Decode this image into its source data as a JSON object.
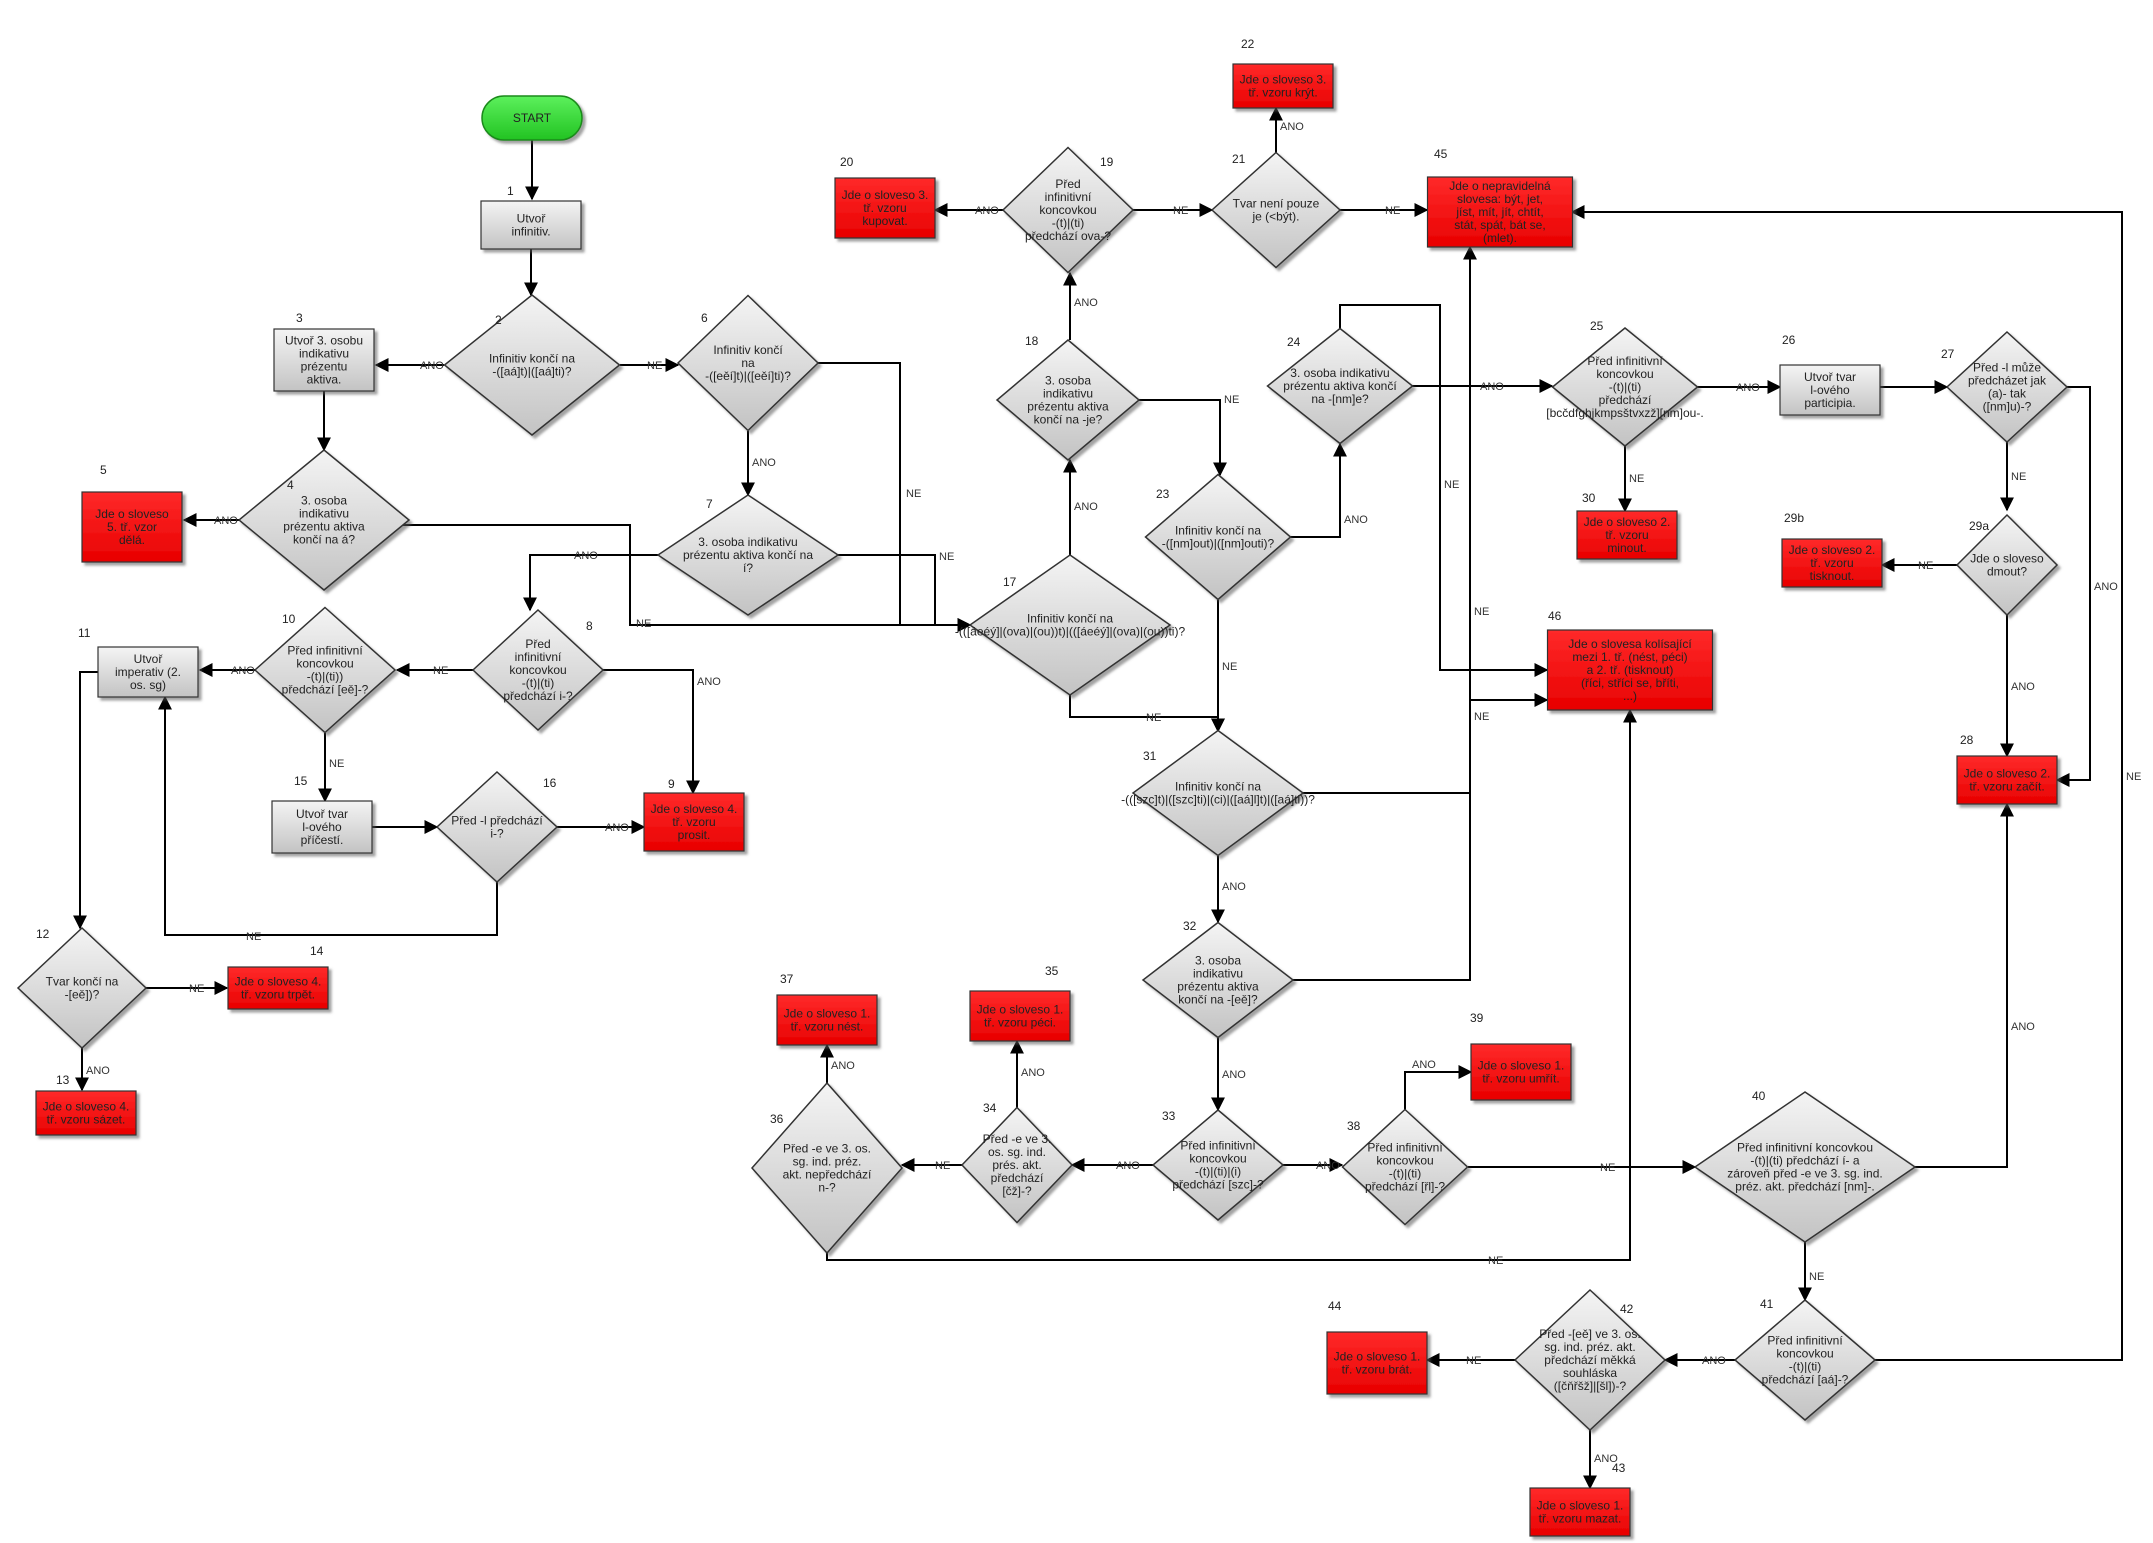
{
  "edge_labels": {
    "yes": "ANO",
    "no": "NE"
  },
  "nodes": [
    {
      "id": "start",
      "label": "START"
    },
    {
      "id": "1",
      "label": "Utvoř infinitiv."
    },
    {
      "id": "2",
      "label": "Infinitiv končí na -([aá]t)|([aá]ti)?"
    },
    {
      "id": "3",
      "label": "Utvoř 3. osobu indikativu prézentu aktiva."
    },
    {
      "id": "4",
      "label": "3. osoba indikativu prézentu aktiva končí na á?"
    },
    {
      "id": "5",
      "label": "Jde o sloveso 5. tř. vzor dělá."
    },
    {
      "id": "6",
      "label": "Infinitiv končí na -([eěí]t)|([eěí]ti)?"
    },
    {
      "id": "7",
      "label": "3. osoba indikativu prézentu aktiva končí na í?"
    },
    {
      "id": "8",
      "label": "Před infinitivní koncovkou -(t)|(ti) předchází i-?"
    },
    {
      "id": "9",
      "label": "Jde o sloveso 4. tř. vzoru prosit."
    },
    {
      "id": "10",
      "label": "Před infinitivní koncovkou -(t)|(ti)) předchází [eě]-?"
    },
    {
      "id": "11",
      "label": "Utvoř imperativ (2. os. sg)"
    },
    {
      "id": "12",
      "label": "Tvar končí na -[eě])?"
    },
    {
      "id": "13",
      "label": "Jde o sloveso 4. tř. vzoru sázet."
    },
    {
      "id": "14",
      "label": "Jde o sloveso 4. tř. vzoru trpět."
    },
    {
      "id": "15",
      "label": "Utvoř tvar l-ového příčestí."
    },
    {
      "id": "16",
      "label": "Před -l předchází i-?"
    },
    {
      "id": "17",
      "label": "Infinitiv končí na -(([áeéý]|(ova)|(ou))t)|(([áeéý]|(ova)|(ou))ti)?"
    },
    {
      "id": "18",
      "label": "3. osoba indikativu prézentu aktiva končí na -je?"
    },
    {
      "id": "19",
      "label": "Před infinitivní koncovkou -(t)|(ti) předchází ova-?"
    },
    {
      "id": "20",
      "label": "Jde o sloveso 3. tř. vzoru kupovat."
    },
    {
      "id": "21",
      "label": "Tvar není pouze je (<být)."
    },
    {
      "id": "22",
      "label": "Jde o sloveso 3. tř. vzoru krýt."
    },
    {
      "id": "23",
      "label": "Infinitiv končí na -([nm]out)|([nm]outi)?"
    },
    {
      "id": "24",
      "label": "3. osoba indikativu prézentu aktiva končí na -[nm]e?"
    },
    {
      "id": "25",
      "label": "Před infinitivní koncovkou -(t)|(ti) předchází [bcčdfghjkmpsštvxzž][nm]ou-."
    },
    {
      "id": "26",
      "label": "Utvoř tvar l-ového participia."
    },
    {
      "id": "27",
      "label": "Před -l může předcházet jak (a)- tak ([nm]u)-?"
    },
    {
      "id": "28",
      "label": "Jde o sloveso 2. tř. vzoru začít."
    },
    {
      "id": "29a",
      "label": "Jde o sloveso dmout?"
    },
    {
      "id": "29b",
      "label": "Jde o sloveso 2. tř. vzoru tisknout."
    },
    {
      "id": "30",
      "label": "Jde o sloveso 2. tř. vzoru minout."
    },
    {
      "id": "31",
      "label": "Infinitiv končí na -(([szc]t)|([szc]ti)|(ci)|([aá]l]t)|([aá]ti))?"
    },
    {
      "id": "32",
      "label": "3. osoba indikativu prézentu aktiva končí na -[eě]?"
    },
    {
      "id": "33",
      "label": "Před infinitivní koncovkou -(t)|(ti)|(i) předchází [szc]-?"
    },
    {
      "id": "34",
      "label": "Před -e ve 3. os. sg. ind. prés. akt. předchází [čž]-?"
    },
    {
      "id": "35",
      "label": "Jde o sloveso 1. tř. vzoru péci."
    },
    {
      "id": "36",
      "label": "Před -e ve 3. os. sg. ind. préz. akt. nepředchází n-?"
    },
    {
      "id": "37",
      "label": "Jde o sloveso 1. tř. vzoru nést."
    },
    {
      "id": "38",
      "label": "Před infinitivní koncovkou -(t)|(ti) předchází [řl]-?"
    },
    {
      "id": "39",
      "label": "Jde o sloveso 1. tř. vzoru umřít."
    },
    {
      "id": "40",
      "label": "Před infinitivní koncovkou -(t)|(ti) předchází í- a zároveň před -e ve 3. sg. ind. préz. akt. předchází [nm]-."
    },
    {
      "id": "41",
      "label": "Před infinitivní koncovkou -(t)|(ti) předchází [aá]-?"
    },
    {
      "id": "42",
      "label": "Před -[eě] ve 3. os. sg. ind. préz. akt. předchází měkká souhláska ([čňřšž]|[šl])-?"
    },
    {
      "id": "43",
      "label": "Jde o sloveso 1. tř. vzoru mazat."
    },
    {
      "id": "44",
      "label": "Jde o sloveso 1. tř. vzoru brát."
    },
    {
      "id": "45",
      "label": "Jde o nepravidelná slovesa: být, jet, jíst, mít, jít, chtít, stát, spát, bát se, (mlet)."
    },
    {
      "id": "46",
      "label": "Jde o slovesa kolísající mezi 1. tř. (nést, péci) a 2. tř. (tisknout) (říci, stříci se, bříti, ...)"
    }
  ]
}
